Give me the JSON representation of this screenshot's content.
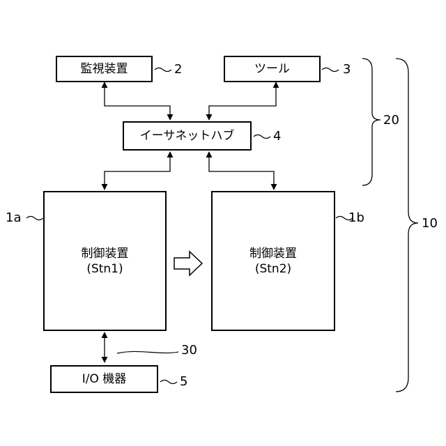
{
  "boxes": {
    "monitor": "監視装置",
    "tool": "ツール",
    "hub": "イーサネットハブ",
    "ctrl_a": {
      "name": "制御装置",
      "station": "(Stn1)"
    },
    "ctrl_b": {
      "name": "制御装置",
      "station": "(Stn2)"
    },
    "io": "I/O 機器"
  },
  "refs": {
    "monitor": "2",
    "tool": "3",
    "hub": "4",
    "io": "5",
    "ctrl_a": "1a",
    "ctrl_b": "1b",
    "cable": "30",
    "network_group": "20",
    "system": "10"
  }
}
